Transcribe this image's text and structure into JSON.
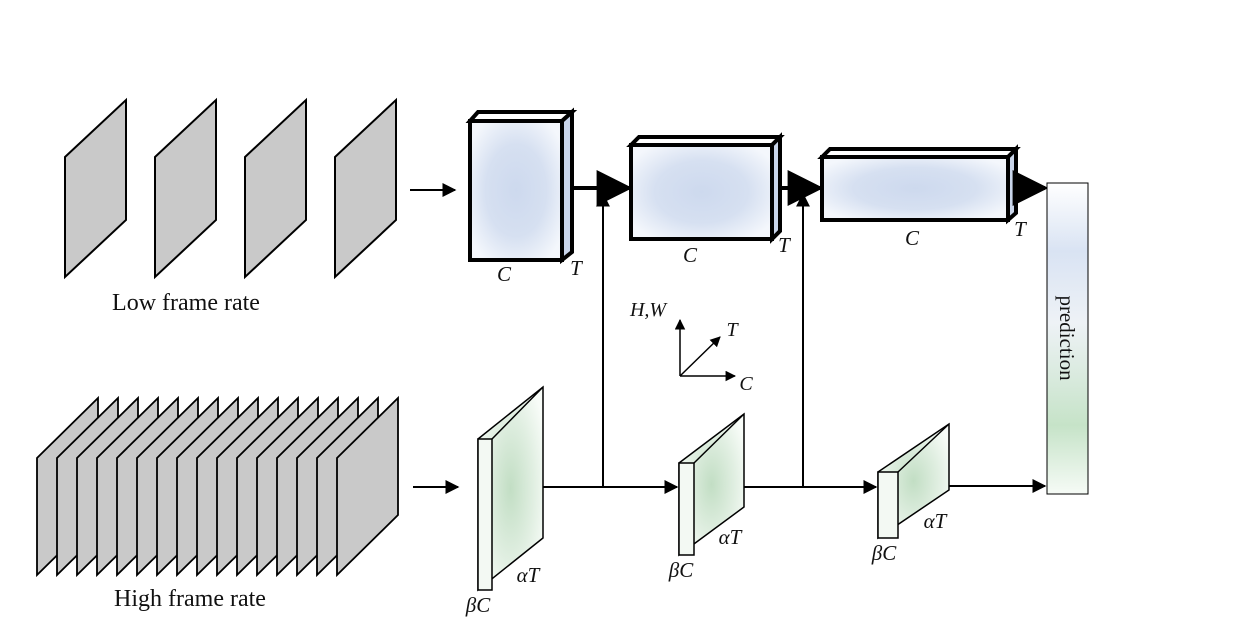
{
  "slow_pathway": {
    "caption": "Low frame rate",
    "frame_count": 4,
    "blocks": [
      {
        "c_label": "C",
        "t_label": "T"
      },
      {
        "c_label": "C",
        "t_label": "T"
      },
      {
        "c_label": "C",
        "t_label": "T"
      }
    ]
  },
  "fast_pathway": {
    "caption": "High frame rate",
    "frame_count": 16,
    "blocks": [
      {
        "c_label": "βC",
        "t_label": "αT"
      },
      {
        "c_label": "βC",
        "t_label": "αT"
      },
      {
        "c_label": "βC",
        "t_label": "αT"
      }
    ]
  },
  "axes": {
    "vertical": "H,W",
    "depth": "T",
    "horizontal": "C"
  },
  "output": {
    "label": "prediction"
  },
  "colors": {
    "frame_fill": "#c9c9c9",
    "slow_block_tint": "#cdd9ee",
    "fast_block_tint": "#c6e0c8",
    "stroke": "#000000"
  }
}
